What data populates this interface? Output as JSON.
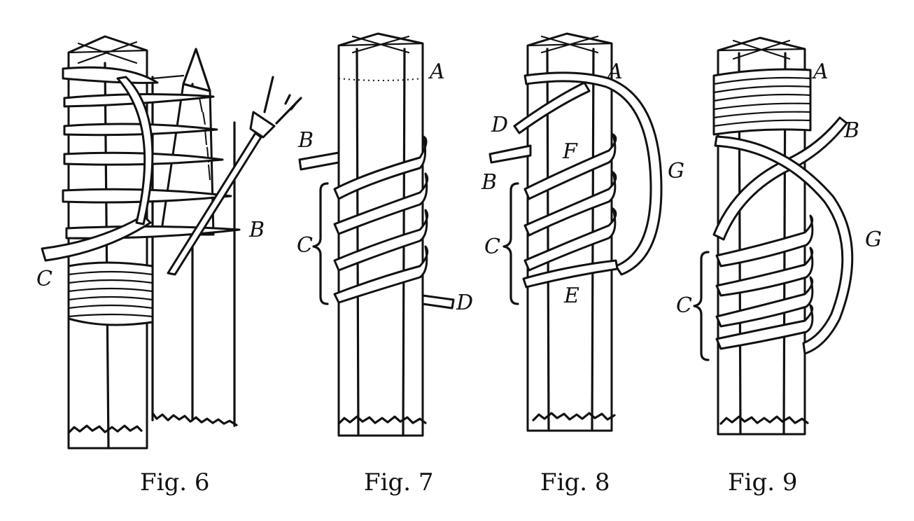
{
  "figures": [
    {
      "caption": "Fig.  6",
      "labels": {
        "b": "B",
        "c": "C"
      }
    },
    {
      "caption": "Fig.  7",
      "labels": {
        "a": "A",
        "b": "B",
        "c": "C",
        "d": "D"
      }
    },
    {
      "caption": "Fig.  8",
      "labels": {
        "a": "A",
        "b": "B",
        "c": "C",
        "d": "D",
        "e": "E",
        "f": "F",
        "g": "G"
      }
    },
    {
      "caption": "Fig.  9",
      "labels": {
        "a": "A",
        "b": "B",
        "c": "C",
        "g": "G"
      }
    }
  ]
}
